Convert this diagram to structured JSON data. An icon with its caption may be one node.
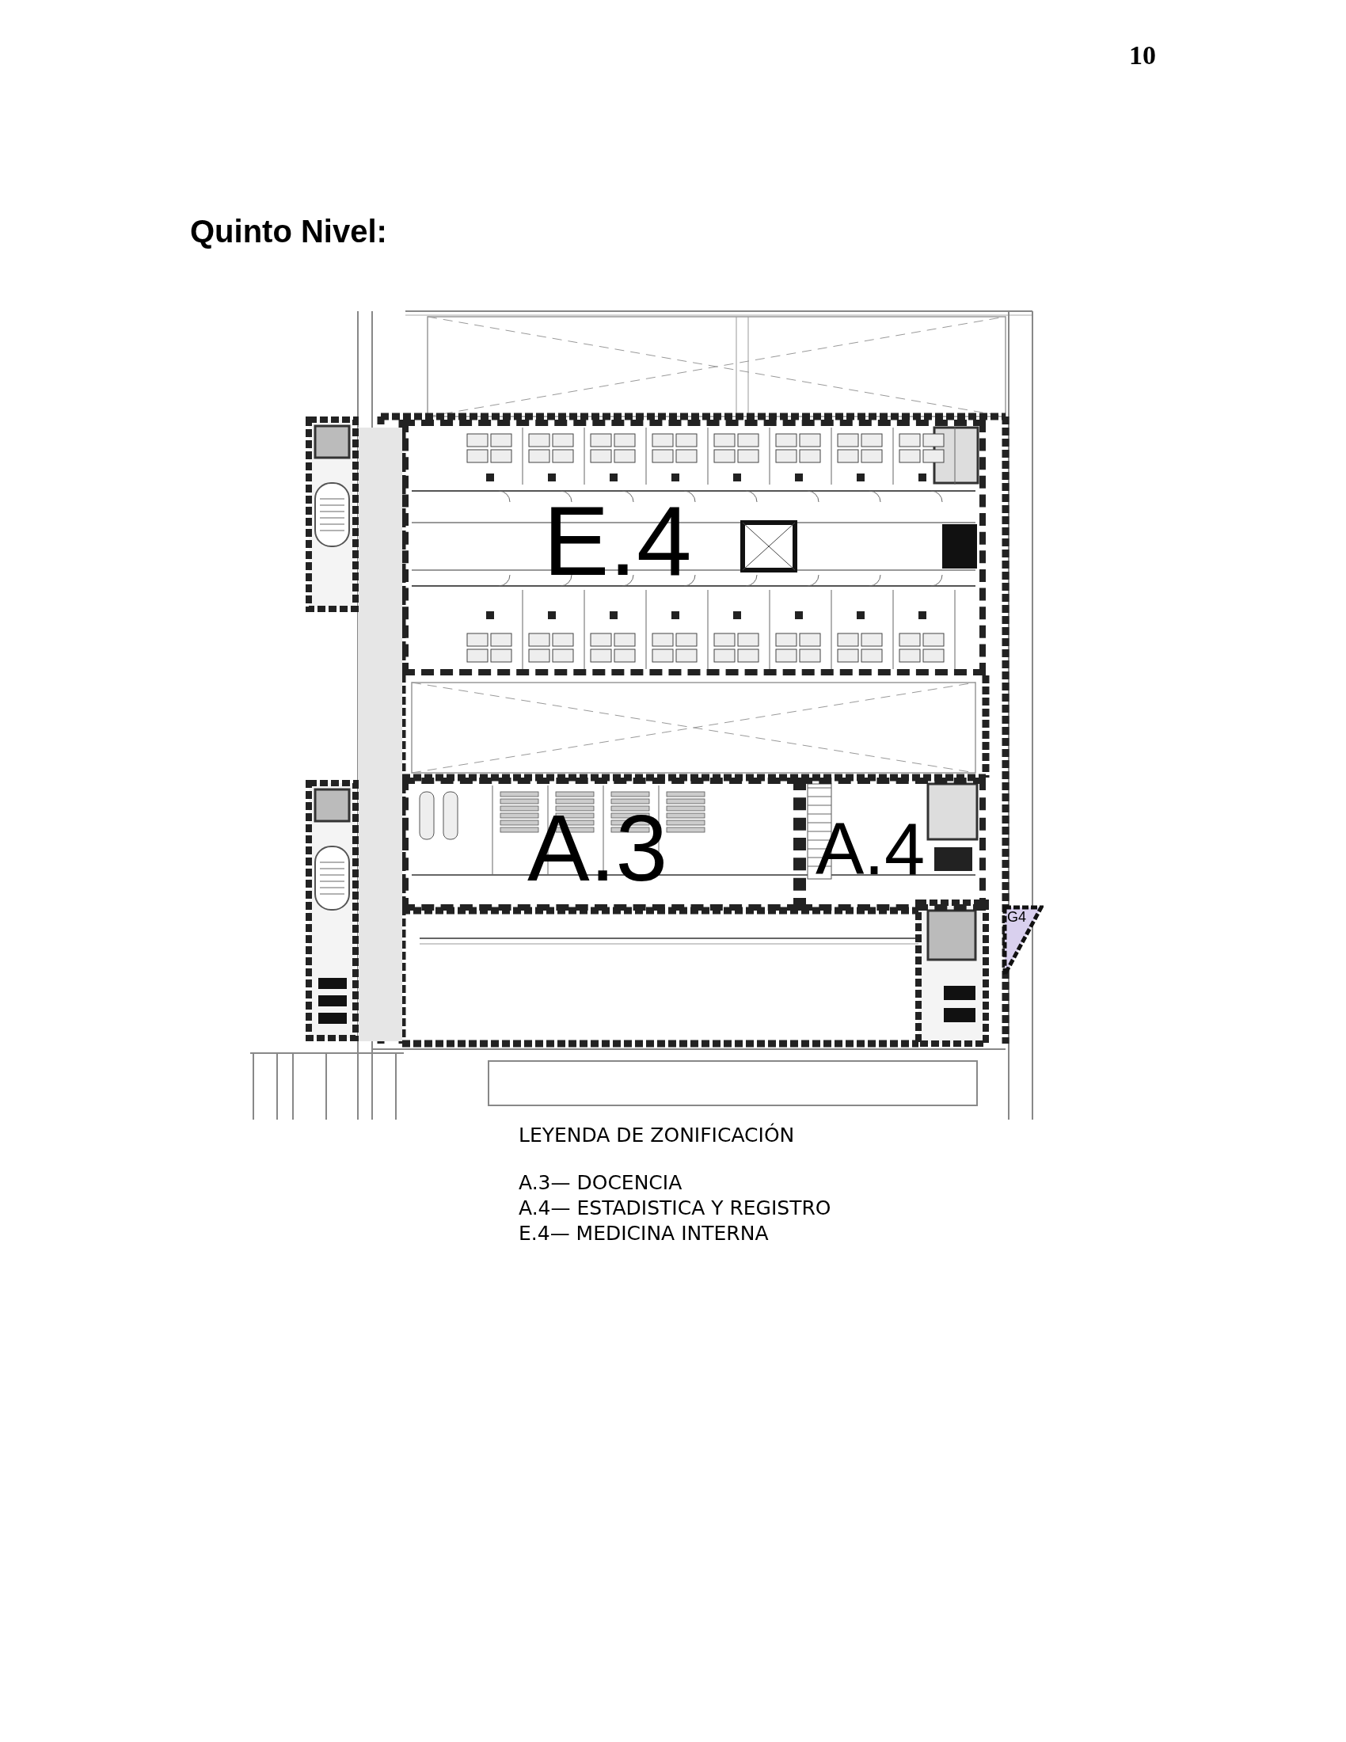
{
  "diagram": {
    "title": "Quinto Nivel:",
    "nodes": [
      {
        "text": [
          "E.4"
        ]
      },
      {
        "text": [
          "A.3"
        ]
      },
      {
        "text": [
          "A.4"
        ]
      },
      {
        "text": [
          "G4"
        ]
      }
    ],
    "labels": [
      "10",
      "LEYENDA DE ZONIFICACIÓN"
    ],
    "legend": [
      {
        "text": "A.3— DOCENCIA"
      },
      {
        "text": "A.4— ESTADISTICA Y REGISTRO"
      },
      {
        "text": "E.4— MEDICINA INTERNA"
      }
    ]
  }
}
